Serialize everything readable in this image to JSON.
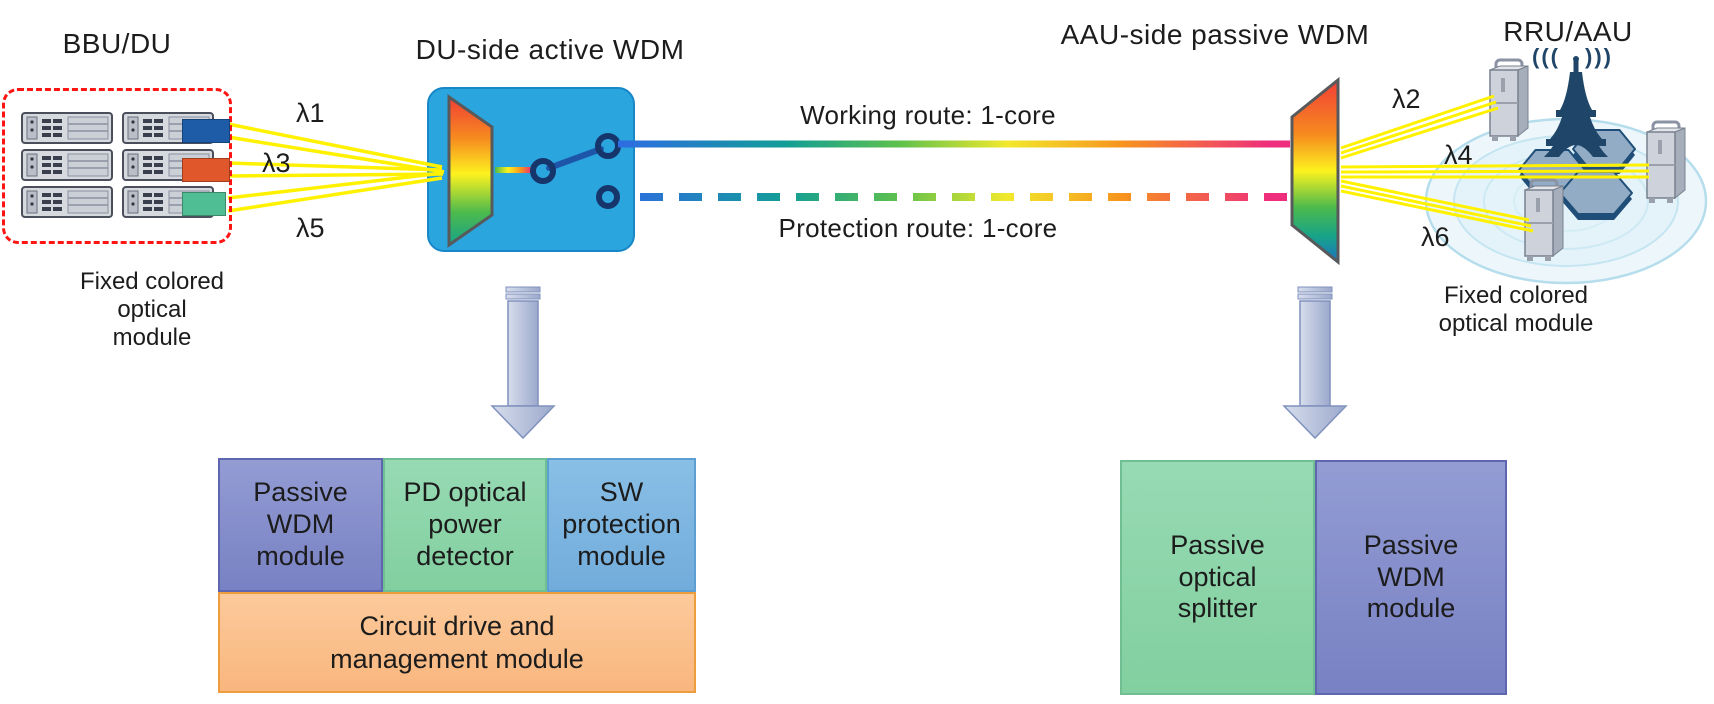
{
  "diagram": {
    "bbu": {
      "title": "BBU/DU",
      "caption_lines": [
        "Fixed colored",
        "optical",
        "module"
      ],
      "module_colors": {
        "blue": "#1E5CA8",
        "orange": "#E0572B",
        "green": "#4FBE94"
      }
    },
    "du_wdm": {
      "title": "DU-side active WDM",
      "box_color": "#2AA5DE"
    },
    "aau_wdm": {
      "title": "AAU-side passive WDM"
    },
    "rru": {
      "title": "RRU/AAU",
      "waves_left": "(((",
      "waves_right": ")))",
      "caption_lines": [
        "Fixed colored",
        "optical module"
      ]
    },
    "wavelengths": {
      "left": [
        "λ1",
        "λ3",
        "λ5"
      ],
      "right": [
        "λ2",
        "λ4",
        "λ6"
      ]
    },
    "routes": {
      "working_label": "Working route: 1-core",
      "protection_label": "Protection route: 1-core",
      "gradient": [
        "#2F6BE3",
        "#129E97",
        "#5FC14C",
        "#F2E92C",
        "#F7941E",
        "#EE2D7C"
      ],
      "fiber_color": "#FFF100"
    },
    "du_internal": {
      "cells": [
        {
          "label": "Passive WDM module",
          "color": "#8792CB"
        },
        {
          "label": "PD optical power detector",
          "color": "#8FD5AC"
        },
        {
          "label": "SW protection module",
          "color": "#7EB8E2"
        }
      ],
      "base": {
        "label_lines": [
          "Circuit drive and",
          "management module"
        ],
        "color": "#FBC18C"
      }
    },
    "aau_internal": {
      "cells": [
        {
          "label": "Passive optical splitter",
          "color": "#8FD5AC"
        },
        {
          "label": "Passive WDM module",
          "color": "#8792CB"
        }
      ]
    }
  }
}
